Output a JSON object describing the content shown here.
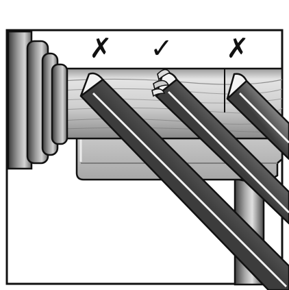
{
  "diagram": {
    "marks": [
      {
        "symbol": "✗",
        "meaning": "incorrect"
      },
      {
        "symbol": "✓",
        "meaning": "correct"
      },
      {
        "symbol": "✗",
        "meaning": "incorrect"
      }
    ],
    "parts": [
      "lathe-headstock",
      "wood-workpiece",
      "tool-rest",
      "tool-rest-post",
      "skew-chisel"
    ],
    "colors": {
      "outline": "#111111",
      "metal_dark": "#4a4a4a",
      "metal_mid": "#8c8c8c",
      "metal_light": "#d6d6d6",
      "wood": "#c8c8c8",
      "rest": "#bdbdbd",
      "background": "#ffffff"
    }
  }
}
